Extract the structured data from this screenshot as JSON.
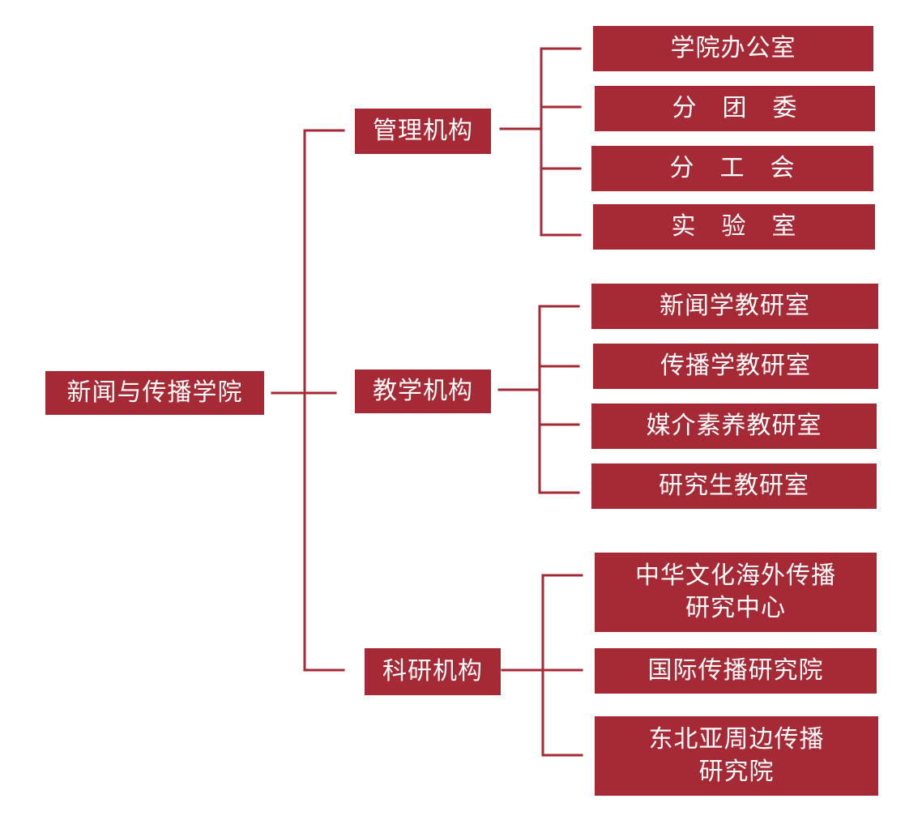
{
  "root": {
    "label": "新闻与传播学院"
  },
  "branches": [
    {
      "label": "管理机构",
      "children": [
        "学院办公室",
        "分　团　委",
        "分　工　会",
        "实　验　室"
      ]
    },
    {
      "label": "教学机构",
      "children": [
        "新闻学教研室",
        "传播学教研室",
        "媒介素养教研室",
        "研究生教研室"
      ]
    },
    {
      "label": "科研机构",
      "children": [
        "中华文化海外传播\n研究中心",
        "国际传播研究院",
        "东北亚周边传播\n研究院"
      ]
    }
  ],
  "colors": {
    "accent": "#a52a35",
    "text": "#ffffff",
    "background": "#ffffff"
  }
}
